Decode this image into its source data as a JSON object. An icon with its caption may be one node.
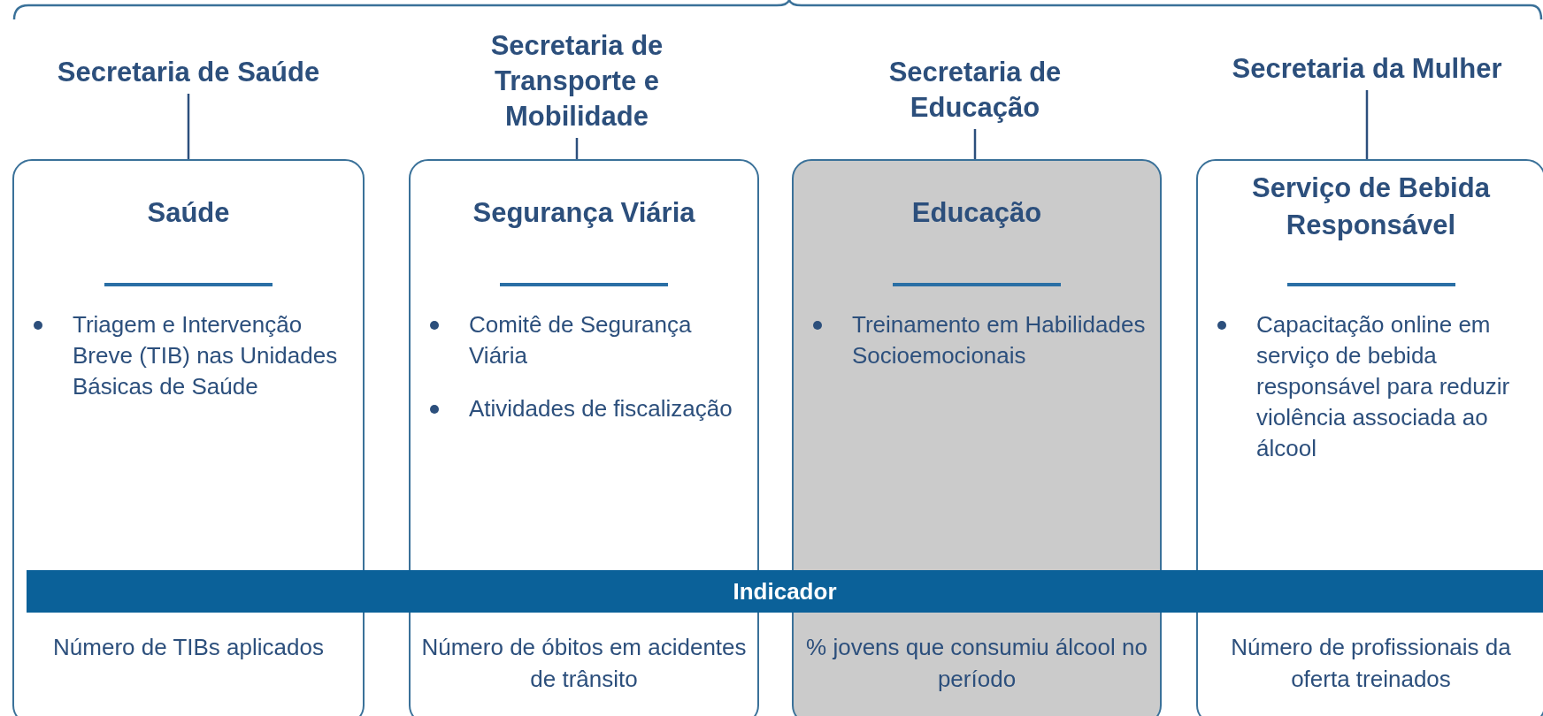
{
  "diagram": {
    "nodes": [
      {
        "text": [
          "Secretaria de Saúde"
        ]
      },
      {
        "text": [
          "Saúde",
          "Triagem e Intervenção Breve (TIB) nas Unidades Básicas de Saúde",
          "Número de TIBs aplicados"
        ]
      },
      {
        "text": [
          "Secretaria de Transporte e Mobilidade"
        ]
      },
      {
        "text": [
          "Segurança Viária",
          "Comitê de Segurança Viária",
          "Atividades de fiscalização",
          "Número de óbitos em acidentes de trânsito"
        ]
      },
      {
        "text": [
          "Secretaria de Educação"
        ]
      },
      {
        "text": [
          "Educação",
          "Treinamento em Habilidades Socioemocionais",
          "% jovens que consumiu álcool no período"
        ]
      },
      {
        "text": [
          "Secretaria da Mulher"
        ]
      },
      {
        "text": [
          "Serviço de Bebida Responsável",
          "Capacitação online em serviço de bebida responsável para reduzir violência associada ao álcool",
          "Número de profissionais da oferta treinados"
        ]
      },
      {
        "text": [
          "Indicador"
        ]
      }
    ],
    "edges": [
      {
        "from": 0,
        "to": 1,
        "arrow": "none"
      },
      {
        "from": 2,
        "to": 3,
        "arrow": "none"
      },
      {
        "from": 4,
        "to": 5,
        "arrow": "none"
      },
      {
        "from": 6,
        "to": 7,
        "arrow": "none"
      }
    ]
  }
}
